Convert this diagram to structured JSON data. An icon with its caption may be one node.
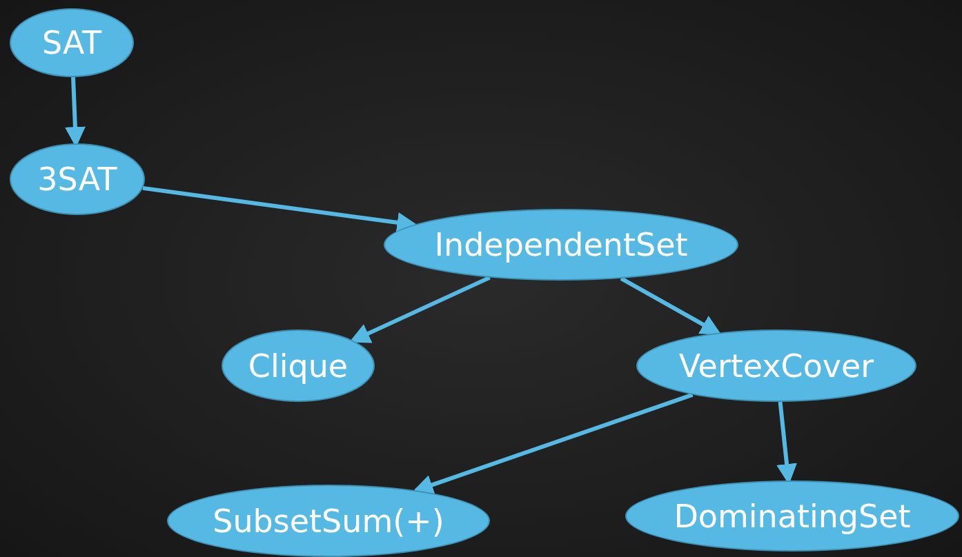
{
  "diagram": {
    "nodes": [
      {
        "text": [
          "SAT"
        ]
      },
      {
        "text": [
          "3SAT"
        ]
      },
      {
        "text": [
          "IndependentSet"
        ]
      },
      {
        "text": [
          "Clique"
        ]
      },
      {
        "text": [
          "VertexCover"
        ]
      },
      {
        "text": [
          "SubsetSum(+)"
        ]
      },
      {
        "text": [
          "DominatingSet"
        ]
      }
    ],
    "edges": [
      {
        "from": 0,
        "to": 1,
        "arrow": "to"
      },
      {
        "from": 1,
        "to": 2,
        "arrow": "to"
      },
      {
        "from": 2,
        "to": 3,
        "arrow": "to"
      },
      {
        "from": 2,
        "to": 4,
        "arrow": "to"
      },
      {
        "from": 4,
        "to": 5,
        "arrow": "to"
      },
      {
        "from": 4,
        "to": 6,
        "arrow": "to"
      }
    ]
  }
}
